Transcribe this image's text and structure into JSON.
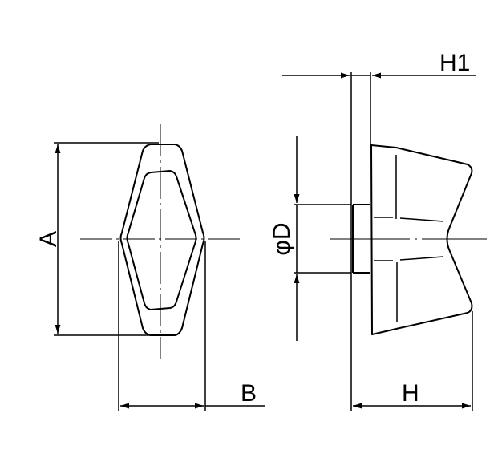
{
  "labels": {
    "A": "A",
    "B": "B",
    "D": "φD",
    "H": "H",
    "H1": "H1"
  },
  "colors": {
    "line": "#000000",
    "background": "#ffffff"
  }
}
